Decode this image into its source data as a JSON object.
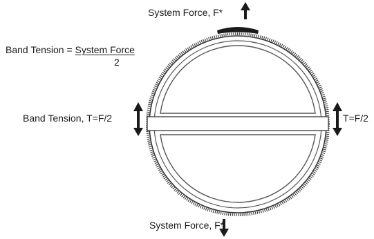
{
  "labels": {
    "top_force": "System Force, F*",
    "bottom_force": "System Force, F*",
    "left_tension": "Band Tension, T=F/2",
    "right_tension": "T=F/2",
    "formula_lhs": "Band Tension = ",
    "formula_numerator": "System Force",
    "formula_denominator": "2"
  },
  "icons": {
    "top_arrow": "arrow-up-icon",
    "bottom_arrow": "arrow-down-icon",
    "left_arrow": "double-arrow-vertical-icon",
    "right_arrow": "double-arrow-vertical-icon"
  },
  "colors": {
    "ink": "#1a1a1a",
    "outline": "#555555",
    "background": "#ffffff"
  }
}
